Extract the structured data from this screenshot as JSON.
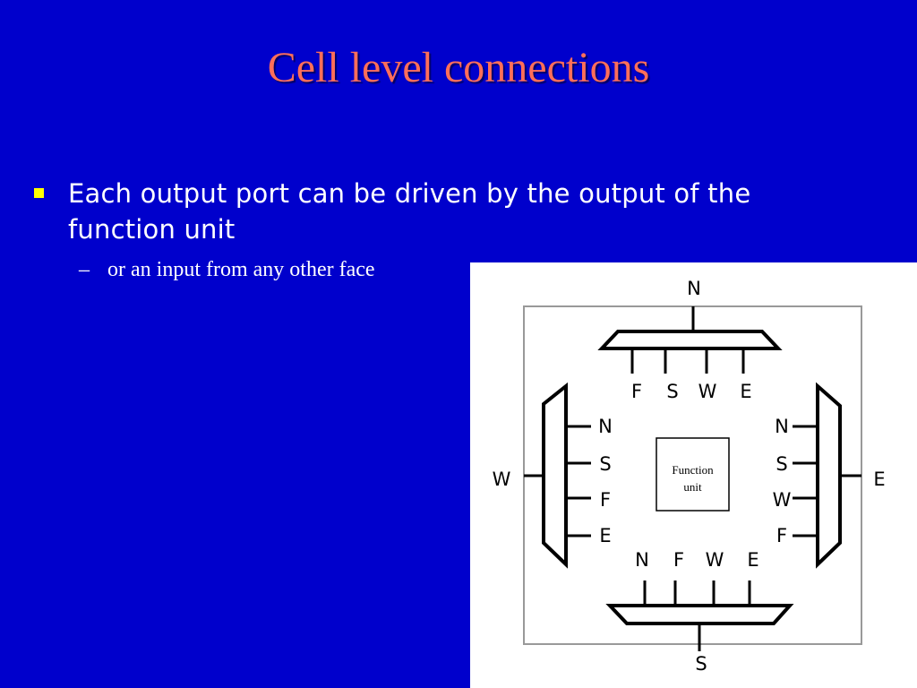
{
  "slide": {
    "title": "Cell level connections",
    "bullet": "Each output port can be driven by the output of the function unit",
    "sub_bullet_dash": "–",
    "sub_bullet": "or an input from any other face"
  },
  "diagram": {
    "function_unit": [
      "Function",
      "unit"
    ],
    "faces": {
      "north": {
        "label": "N",
        "inputs": [
          "F",
          "S",
          "W",
          "E"
        ]
      },
      "south": {
        "label": "S",
        "inputs": [
          "N",
          "F",
          "W",
          "E"
        ]
      },
      "west": {
        "label": "W",
        "inputs": [
          "N",
          "S",
          "F",
          "E"
        ]
      },
      "east": {
        "label": "E",
        "inputs": [
          "N",
          "S",
          "W",
          "F"
        ]
      }
    }
  }
}
